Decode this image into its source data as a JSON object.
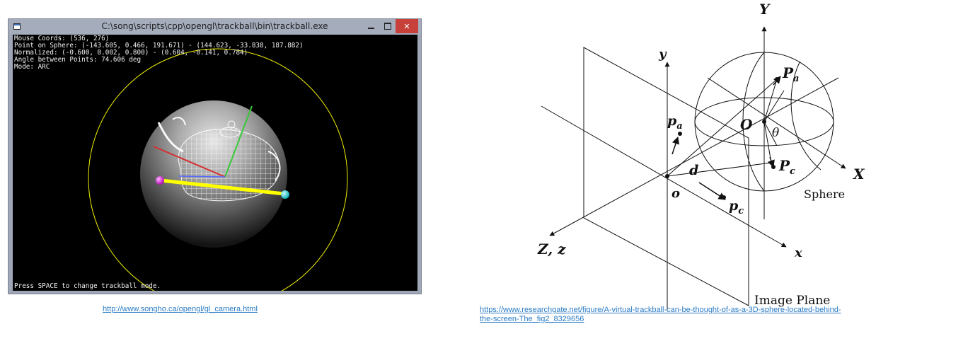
{
  "window": {
    "title": "C:\\song\\scripts\\cpp\\opengl\\trackball\\bin\\trackball.exe",
    "close_glyph": "✕"
  },
  "hud": {
    "lines": [
      "Mouse Coords: (536, 276)",
      "Point on Sphere: (-143.605, 0.466, 191.671) - (144.623, -33.838, 187.882)",
      "Normalized: (-0.600, 0.002, 0.800) - (0.604, -0.141, 0.784)",
      "Angle between Points: 74.606 deg",
      "Mode: ARC"
    ],
    "footer": "Press SPACE to change trackball mode."
  },
  "links": {
    "left": "http://www.songho.ca/opengl/gl_camera.html",
    "right_line1": "https://www.researchgate.net/figure/A-virtual-trackball-can-be-thought-of-as-a-3D-sphere-located-behind-",
    "right_line2": "the-screen-The_fig2_8329656"
  },
  "diagram": {
    "labels": {
      "Y": "Y",
      "y": "y",
      "Pa": "P",
      "Pa_sub": "a",
      "pa": "p",
      "pa_sub": "a",
      "O": "O",
      "theta": "θ",
      "d": "d",
      "Pc": "P",
      "Pc_sub": "c",
      "X": "X",
      "o": "o",
      "sphere": "Sphere",
      "pc": "p",
      "pc_sub": "c",
      "Zz": "Z, z",
      "x": "x",
      "image_plane": "Image Plane"
    }
  },
  "colors": {
    "title_bar": "#a5adbd",
    "close_button": "#c7413a",
    "link": "#2a7bc4",
    "yellow_circle": "#f0f000",
    "arc": "#ffff00"
  },
  "icons": {
    "app": "console-window-icon",
    "minimize": "minimize-icon",
    "maximize": "maximize-icon",
    "close": "close-icon"
  }
}
